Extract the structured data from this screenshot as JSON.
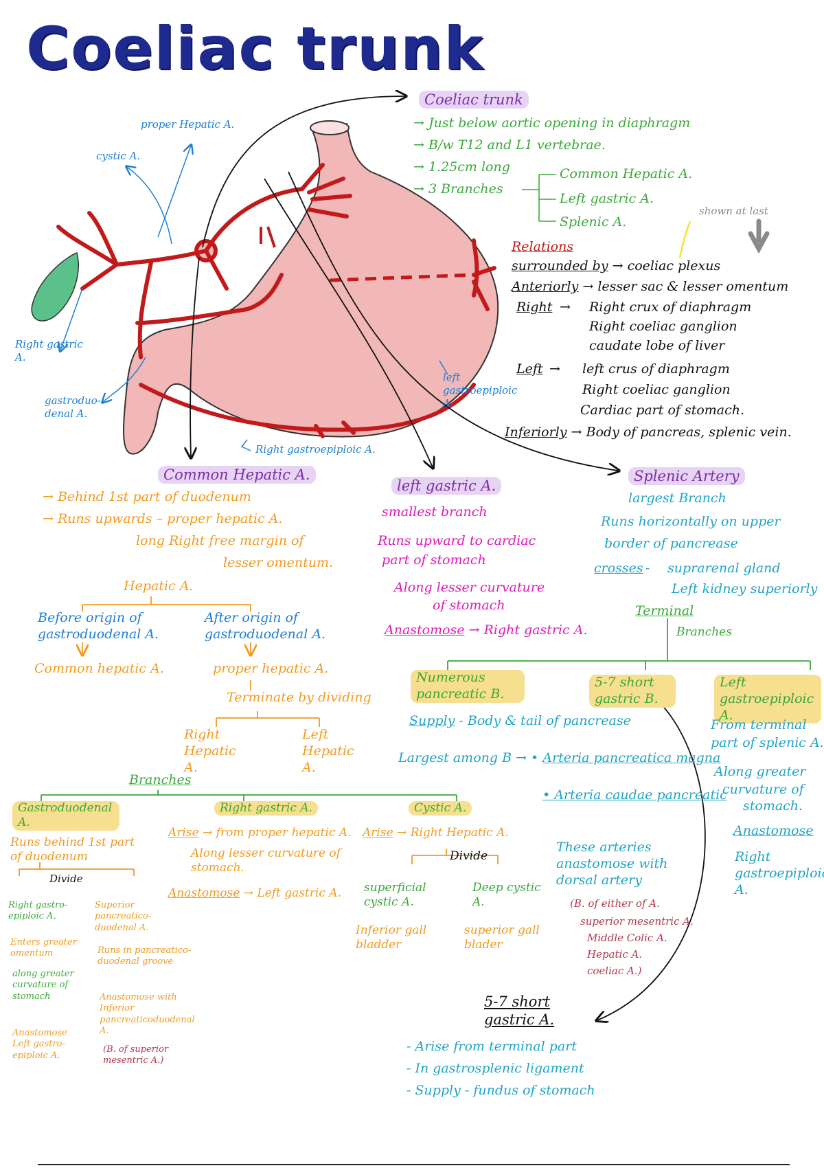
{
  "title": "Coeliac trunk",
  "diagram_labels": {
    "proper_hepatic": "proper Hepatic A.",
    "cystic": "cystic A.",
    "right_gastric": "Right gastric A.",
    "gastroduodenal": "gastroduo-denal A.",
    "left_gastroepiploic": "left gastroepiploic A.",
    "right_gastroepiploic": "Right gastroepiploic A.",
    "shown_at_last": "shown at last"
  },
  "coeliac": {
    "heading": "Coeliac trunk",
    "facts": [
      "Just below aortic opening in diaphragm",
      "B/w T12 and L1 vertebrae.",
      "1.25cm long",
      "3 Branches"
    ],
    "branches": [
      "Common Hepatic A.",
      "Left gastric A.",
      "Splenic A."
    ]
  },
  "relations": {
    "heading": "Relations",
    "surrounded_label": "surrounded by",
    "surrounded_value": "coeliac plexus",
    "anteriorly_label": "Anteriorly",
    "anteriorly_value": "lesser sac & lesser omentum",
    "right_label": "Right",
    "right_values": [
      "Right crux of diaphragm",
      "Right coeliac ganglion",
      "caudate lobe of liver"
    ],
    "left_label": "Left",
    "left_values": [
      "left crus of diaphragm",
      "Right coeliac ganglion",
      "Cardiac part of stomach."
    ],
    "inferiorly_label": "Inferiorly",
    "inferiorly_value": "Body of pancreas, splenic vein."
  },
  "common_hepatic": {
    "heading": "Common Hepatic A.",
    "lines": [
      "Behind 1st part of duodenum",
      "Runs upwards – proper hepatic A.",
      "long Right free margin of",
      "lesser omentum."
    ],
    "hepatic_label": "Hepatic A.",
    "before": "Before origin of gastroduodenal A.",
    "before_result": "Common hepatic A.",
    "after": "After origin of gastroduodenal A.",
    "after_result": "proper hepatic A.",
    "terminate": "Terminate by dividing",
    "right_hepatic": "Right Hepatic A.",
    "left_hepatic": "Left Hepatic A."
  },
  "left_gastric": {
    "heading": "left gastric A.",
    "lines": [
      "smallest branch",
      "Runs upward to cardiac",
      "part of stomach",
      "Along lesser curvature",
      "of stomach"
    ],
    "anastomose_label": "Anastomose",
    "anastomose_value": "Right gastric A."
  },
  "splenic": {
    "heading": "Splenic Artery",
    "lines": [
      "largest Branch",
      "Runs horizontally on upper",
      "border of pancrease"
    ],
    "crosses_label": "crosses",
    "crosses_values": [
      "suprarenal gland",
      "Left kidney superiorly"
    ],
    "terminal": "Terminal",
    "branches_word": "Branches",
    "sub": [
      "Numerous pancreatic B.",
      "5-7 short gastric B.",
      "Left gastroepiploic A."
    ]
  },
  "pancreatic": {
    "supply_label": "Supply",
    "supply_value": "Body & tail of pancrease",
    "largest": "Largest among B",
    "magna": "Arteria pancreatica magna",
    "caudae": "Arteria caudae pancreatic",
    "these": "These arteries anastomose with dorsal artery",
    "dorsal_list": [
      "(B. of either of A.",
      "superior mesentric A.",
      "Middle Colic A.",
      "Hepatic A.",
      "coeliac A.)"
    ]
  },
  "left_ge": {
    "lines": [
      "From terminal",
      "part of splenic A.",
      "Along greater",
      "curvature of",
      "stomach."
    ],
    "anastomose_label": "Anastomose",
    "anastomose_value": "Right gastroepiploic A."
  },
  "short_gastric": {
    "heading": "5-7 short gastric A.",
    "lines": [
      "Arise from terminal part",
      "In gastrosplenic ligament",
      "Supply - fundus of stomach"
    ]
  },
  "hepatic_branches": {
    "heading": "Branches",
    "gastroduodenal": "Gastroduodenal A.",
    "right_gastric": "Right gastric A.",
    "cystic": "Cystic A."
  },
  "gastroduodenal": {
    "runs": "Runs behind 1st part of duodenum",
    "divide": "Divide",
    "right_ge": "Right gastro-epiploic A.",
    "right_ge_lines": [
      "Enters greater omentum",
      "along greater curvature of stomach",
      "Anastomose Left gastro-epiploic A."
    ],
    "superior": "Superior pancreatico-duodenal A.",
    "superior_lines": [
      "Runs in pancreatico-duodenal groove",
      "Anastomose with Inferior pancreaticoduodenal A.",
      "(B. of superior mesentric A.)"
    ]
  },
  "right_gastric_info": {
    "arise_label": "Arise",
    "arise_value": "from proper hepatic A.",
    "along": "Along lesser curvature of stomach.",
    "anastomose_label": "Anastomose",
    "anastomose_value": "Left gastric A."
  },
  "cystic_info": {
    "arise_label": "Arise",
    "arise_value": "Right Hepatic A.",
    "divide": "Divide",
    "superficial": "superficial cystic A.",
    "superficial_to": "Inferior gall bladder",
    "deep": "Deep cystic A.",
    "deep_to": "superior gall blader"
  },
  "colors": {
    "artery": "#c21a1a",
    "stomach": "#f2b8b8",
    "gallbladder": "#5cc08a",
    "green": "#3aa83a",
    "blue": "#1c7fd6",
    "orange": "#f39a1e",
    "magenta": "#e01bb8",
    "purple_hl": "#e7d4f5",
    "yellow_hl": "#f6df8f",
    "title": "#1f2a8f"
  }
}
